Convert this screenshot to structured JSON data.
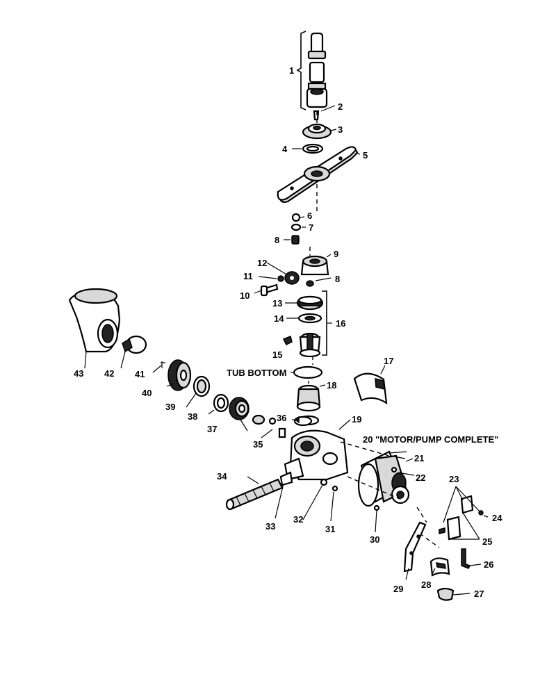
{
  "diagram": {
    "notes": {
      "tub_bottom": "TUB BOTTOM",
      "motor_pump": "20 \"MOTOR/PUMP COMPLETE\""
    },
    "callouts": [
      "1",
      "2",
      "3",
      "4",
      "5",
      "6",
      "7",
      "8",
      "8",
      "9",
      "10",
      "11",
      "12",
      "13",
      "14",
      "15",
      "16",
      "17",
      "18",
      "19",
      "21",
      "22",
      "23",
      "24",
      "25",
      "26",
      "27",
      "28",
      "29",
      "30",
      "31",
      "32",
      "33",
      "34",
      "35",
      "36",
      "37",
      "38",
      "39",
      "40",
      "41",
      "42",
      "43"
    ]
  }
}
